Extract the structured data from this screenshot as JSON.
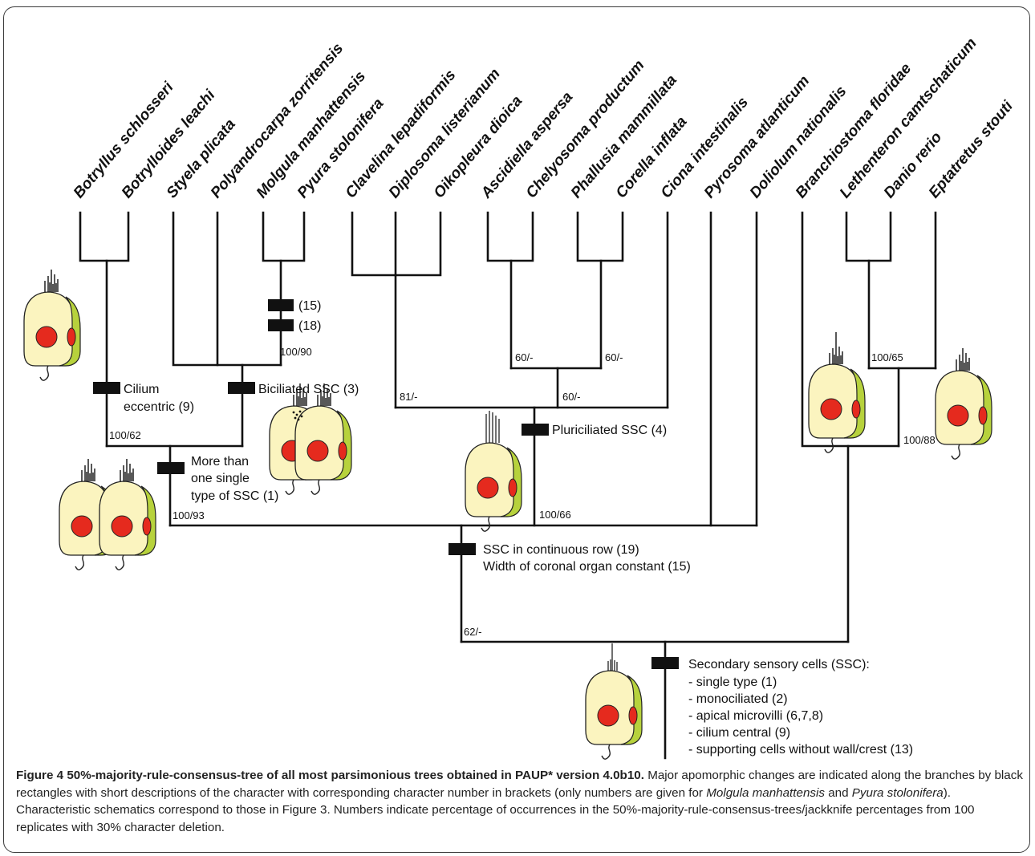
{
  "figure": {
    "taxa": [
      "Botryllus schlosseri",
      "Botrylloides leachi",
      "Styela plicata",
      "Polyandrocarpa zorritensis",
      "Molgula manhattensis",
      "Pyura stolonifera",
      "Clavelina lepadiformis",
      "Diplosoma listerianum",
      "Oikopleura dioica",
      "Ascidiella aspersa",
      "Chelyosoma productum",
      "Phallusia mammillata",
      "Corella inflata",
      "Ciona intestinalis",
      "Pyrosoma atlanticum",
      "Doliolum nationalis",
      "Branchiostoma floridae",
      "Lethenteron camtschaticum",
      "Danio rerio",
      "Eptatretus stouti"
    ],
    "support": {
      "molgula_pyura": "100/90",
      "botryllid": "100/62",
      "stolidobranch": "100/93",
      "phlebo_left": "60/-",
      "phlebo_right": "60/-",
      "phlebo_join": "60/-",
      "aplouso": "81/-",
      "enterogona": "100/66",
      "tunicata": "62/-",
      "vert_inner": "100/65",
      "vert": "100/88"
    },
    "characters": {
      "c15": "(15)",
      "c18": "(18)",
      "cilium_1": "Cilium",
      "cilium_2": "eccentric (9)",
      "biciliated": "Biciliated SSC (3)",
      "pluriciliated": "Pluriciliated SSC (4)",
      "more_1": "More than",
      "more_2": "one single",
      "more_3": "type of SSC (1)",
      "row_1": "SSC in continuous row (19)",
      "row_2": "Width of coronal organ constant (15)",
      "ssc_title": "Secondary sensory cells (SSC):",
      "ssc_items": [
        "- single type (1)",
        "- monociliated (2)",
        "- apical microvilli (6,7,8)",
        "- cilium central (9)",
        "- supporting cells without wall/crest (13)"
      ]
    }
  },
  "caption": {
    "fig_no": "Figure 4",
    "title": "50%-majority-rule-consensus-tree of all most parsimonious trees obtained in PAUP* version 4.0b10.",
    "text_1": "Major apomorphic changes are indicated along the branches by black rectangles with short descriptions of the character with corresponding character number in brackets (only numbers are given for",
    "taxon_a": "Molgula manhattensis",
    "and": "and",
    "taxon_b": "Pyura stolonifera",
    "text_2": "). Characteristic schematics correspond to those in Figure 3. Numbers indicate percentage of occurrences in the 50%-majority-rule-consensus-trees/jackknife percentages from 100 replicates with 30% character deletion."
  },
  "colors": {
    "cell_body": "#fbf4bf",
    "cell_side": "#b7d23c",
    "nucleus": "#e52a1e",
    "line": "#111111"
  }
}
